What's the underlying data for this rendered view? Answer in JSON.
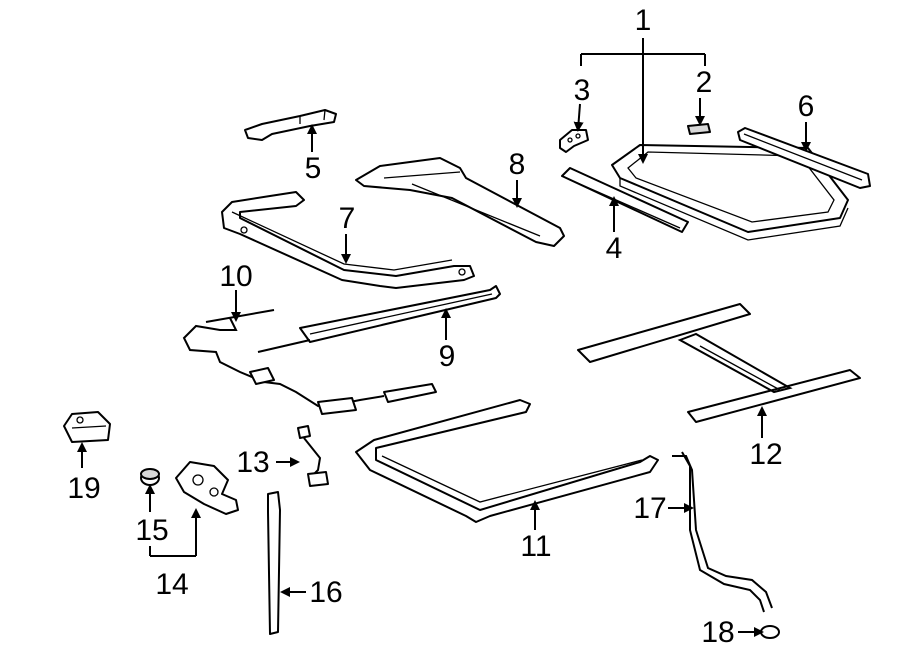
{
  "callouts": {
    "c1": "1",
    "c2": "2",
    "c3": "3",
    "c4": "4",
    "c5": "5",
    "c6": "6",
    "c7": "7",
    "c8": "8",
    "c9": "9",
    "c10": "10",
    "c11": "11",
    "c12": "12",
    "c13": "13",
    "c14": "14",
    "c15": "15",
    "c16": "16",
    "c17": "17",
    "c18": "18",
    "c19": "19"
  },
  "colors": {
    "ink": "#000000",
    "background": "#ffffff",
    "shade": "#d8d8d8"
  }
}
